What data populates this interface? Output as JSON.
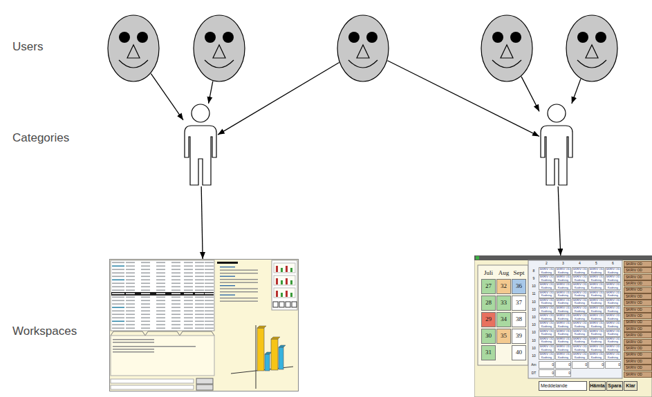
{
  "diagram": {
    "nodes": [
      {
        "text": []
      },
      {
        "text": []
      },
      {
        "text": []
      },
      {
        "text": []
      },
      {
        "text": []
      },
      {
        "text": []
      },
      {
        "text": []
      },
      {
        "text": []
      },
      {
        "text": [
          "Juli",
          "Aug",
          "Sept",
          "27",
          "32",
          "36",
          "28",
          "33",
          "37",
          "29",
          "34",
          "38",
          "30",
          "35",
          "39",
          "31",
          "40",
          "2",
          "3",
          "4",
          "5",
          "6",
          "8",
          "SKRIV OD Kodning",
          "SKRIV OD Kodning",
          "SKRIV OD Kodning",
          "SKRIV OD Kodning",
          "SKRIV OD Kodning",
          "9",
          "SKRIV OD Kodning",
          "SKRIV OD Kodning",
          "SKRIV OD Kodning",
          "SKRIV OD Kodning",
          "SKRIV OD Kodning",
          "10",
          "SKRIV OD Kodning",
          "SKRIV OD Kodning",
          "SKRIV OD Kodning",
          "SKRIV OD Kodning",
          "SKRIV OD Kodning",
          "11",
          "SKRIV OD Kodning",
          "SKRIV OD Kodning",
          "SKRIV OD Kodning",
          "SKRIV OD Kodning",
          "SKRIV OD Kodning",
          "10",
          "SKRIV OD Kodning",
          "SKRIV OD Kodning",
          "SKRIV OD Kodning",
          "SKRIV OD Kodning",
          "SKRIV OD Kodning",
          "10",
          "SKRIV OD Kodning",
          "SKRIV OD Kodning",
          "SKRIV OD Kodning",
          "SKRIV OD Kodning",
          "SKRIV OD Kodning",
          "10",
          "SKRIV OD Kodning",
          "SKRIV OD Kodning",
          "SKRIV OD Kodning",
          "SKRIV OD Kodning",
          "SKRIV OD Kodning",
          "10",
          "SKRIV OD Kodning",
          "SKRIV OD Kodning",
          "SKRIV OD Kodning",
          "SKRIV OD Kodning",
          "SKRIV OD Kodning",
          "10",
          "SKRIV OD Kodning",
          "SKRIV OD Kodning",
          "SKRIV OD Kodning",
          "SKRIV OD Kodning",
          "SKRIV OD Kodning",
          "10",
          "SKRIV OD Kodning",
          "SKRIV OD Kodning",
          "SKRIV OD Kodning",
          "SKRIV OD Kodning",
          "SKRIV OD Kodning",
          "10",
          "SKRIV OD Kodning",
          "SKRIV OD Kodning",
          "SKRIV OD Kodning",
          "SKRIV OD Kodning",
          "SKRIV OD Kodning",
          "10",
          "SKRIV OD Kodning",
          "SKRIV OD Kodning",
          "SKRIV OD Kodning",
          "SKRIV OD Kodning",
          "SKRIV OD Kodning",
          "Am",
          "0",
          "0",
          "0",
          "0",
          "0",
          "DT",
          "0",
          "0",
          "Meddelande",
          "Hämta",
          "Spara",
          "Klar",
          "SKRIV OD",
          "SKRIV OD",
          "SKRIV OD",
          "SKRIV OD",
          "SKRIV OD",
          "SKRIV OD",
          "SKRIV OD",
          "SKRIV OD",
          "SKRIV OD",
          "SKRIV OD",
          "SKRIV OD",
          "SKRIV OD",
          "SKRIV OD",
          "SKRIV OD",
          "SKRIV OD",
          "SKRIV OD",
          "SKRIV OD",
          "SKRIV OD"
        ]
      }
    ],
    "edges": [
      {
        "from": 0,
        "to": 5,
        "arrow": "to"
      },
      {
        "from": 1,
        "to": 5,
        "arrow": "to"
      },
      {
        "from": 2,
        "to": 5,
        "arrow": "to"
      },
      {
        "from": 2,
        "to": 6,
        "arrow": "to"
      },
      {
        "from": 3,
        "to": 6,
        "arrow": "to"
      },
      {
        "from": 4,
        "to": 6,
        "arrow": "to"
      },
      {
        "from": 5,
        "to": 7,
        "arrow": "to"
      },
      {
        "from": 6,
        "to": 8,
        "arrow": "to"
      }
    ],
    "labels": [
      "Users",
      "Categories",
      "Workspaces"
    ]
  }
}
